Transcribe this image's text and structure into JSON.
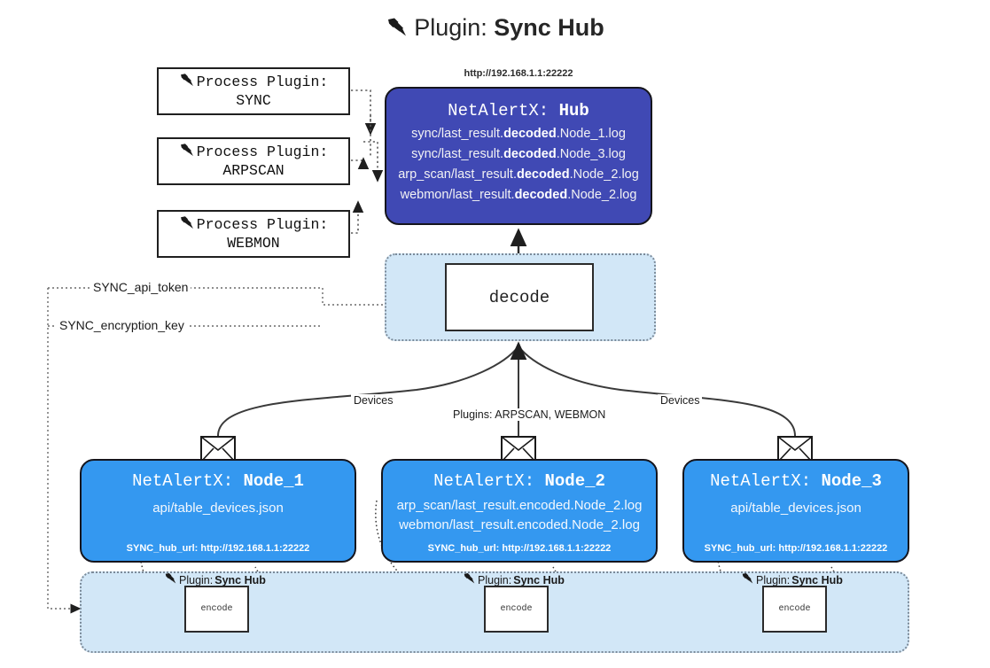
{
  "title": {
    "icon": "plug-icon",
    "prefix": "Plugin:",
    "name": "Sync Hub"
  },
  "process_plugins": [
    {
      "icon": "plug-icon",
      "line1": "Process Plugin:",
      "line2": "SYNC"
    },
    {
      "icon": "plug-icon",
      "line1": "Process Plugin:",
      "line2": "ARPSCAN"
    },
    {
      "icon": "plug-icon",
      "line1": "Process Plugin:",
      "line2": "WEBMON"
    }
  ],
  "hub": {
    "url": "http://192.168.1.1:22222",
    "title_prefix": "NetAlertX: ",
    "title_name": "Hub",
    "logs": [
      {
        "pre": "sync/last_result.",
        "mid": "decoded",
        "post": ".Node_1.log"
      },
      {
        "pre": "sync/last_result.",
        "mid": "decoded",
        "post": ".Node_3.log"
      },
      {
        "pre": "arp_scan/last_result.",
        "mid": "decoded",
        "post": ".Node_2.log"
      },
      {
        "pre": "webmon/last_result.",
        "mid": "decoded",
        "post": ".Node_2.log"
      }
    ]
  },
  "decode": {
    "label": "decode"
  },
  "settings_edges": [
    {
      "label": "SYNC_api_token"
    },
    {
      "label": "SYNC_encryption_key"
    }
  ],
  "flow_labels": {
    "devices_left": "Devices",
    "devices_right": "Devices",
    "plugins_center": "Plugins: ARPSCAN, WEBMON"
  },
  "nodes": [
    {
      "title_prefix": "NetAlertX: ",
      "title_name": "Node_1",
      "lines": [
        "api/table_devices.json"
      ],
      "footer": "SYNC_hub_url: http://192.168.1.1:22222"
    },
    {
      "title_prefix": "NetAlertX: ",
      "title_name": "Node_2",
      "lines": [
        "arp_scan/last_result.encoded.Node_2.log",
        "webmon/last_result.encoded.Node_2.log"
      ],
      "footer": "SYNC_hub_url: http://192.168.1.1:22222"
    },
    {
      "title_prefix": "NetAlertX: ",
      "title_name": "Node_3",
      "lines": [
        "api/table_devices.json"
      ],
      "footer": "SYNC_hub_url: http://192.168.1.1:22222"
    }
  ],
  "encoders": [
    {
      "plugin_prefix": "Plugin:",
      "plugin_name": "Sync Hub",
      "label": "encode"
    },
    {
      "plugin_prefix": "Plugin:",
      "plugin_name": "Sync Hub",
      "label": "encode"
    },
    {
      "plugin_prefix": "Plugin:",
      "plugin_name": "Sync Hub",
      "label": "encode"
    }
  ],
  "colors": {
    "hub_fill": "#4049b4",
    "node_fill": "#3498f0",
    "container_fill": "#d2e7f7",
    "container_border": "#7b8a99",
    "stroke": "#15151d"
  }
}
